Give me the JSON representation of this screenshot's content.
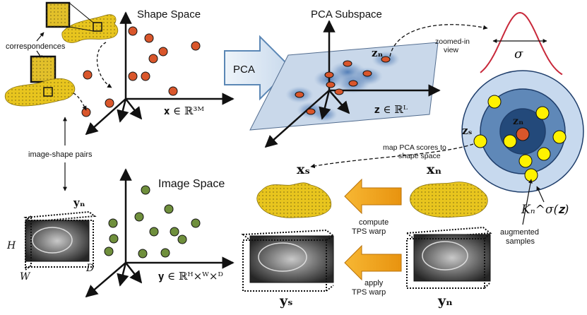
{
  "colors": {
    "orange_point": "#d9562b",
    "green_point": "#6f8f3c",
    "pca_arrow_fill": "#dbe8f4",
    "pca_arrow_stroke": "#5b87b5",
    "warp_arrow": "#f2a31b",
    "plane_fill": "#c9d8ea",
    "shape_yellow": "#e8c51e",
    "gaussian_curve": "#c8283a",
    "ring_outer": "#c7d9ee",
    "ring_mid": "#5f88b8",
    "ring_inner": "#23497a"
  },
  "labels": {
    "shape_space": "Shape Space",
    "pca_subspace": "PCA Subspace",
    "image_space": "Image Space",
    "correspondences": "correspondences",
    "pca": "PCA",
    "zoomed_in_view": [
      "zoomed-in",
      "view"
    ],
    "image_shape_pairs": "image-shape pairs",
    "map_pca_scores": [
      "map PCA scores to",
      "shape space"
    ],
    "compute_tps": [
      "compute",
      "TPS warp"
    ],
    "apply_tps": [
      "apply",
      "TPS warp"
    ],
    "augmented_samples": [
      "augmented",
      "samples"
    ]
  },
  "math": {
    "x_space": "𝐱 ∈ ℝ³ᴹ",
    "z_space": "𝐳 ∈ ℝᴸ",
    "y_space": "𝐲 ∈ ℝᴴ×ᵂ×ᴰ",
    "z_n": "𝐳ₙ",
    "z_s": "𝐳ₛ",
    "x_n": "𝐱ₙ",
    "x_s": "𝐱ₛ",
    "y_n": "𝐲ₙ",
    "y_s": "𝐲ₛ",
    "sigma": "σ",
    "kernel": "Kₙ^σ(𝐳)",
    "H": "H",
    "W": "W",
    "D": "D"
  }
}
